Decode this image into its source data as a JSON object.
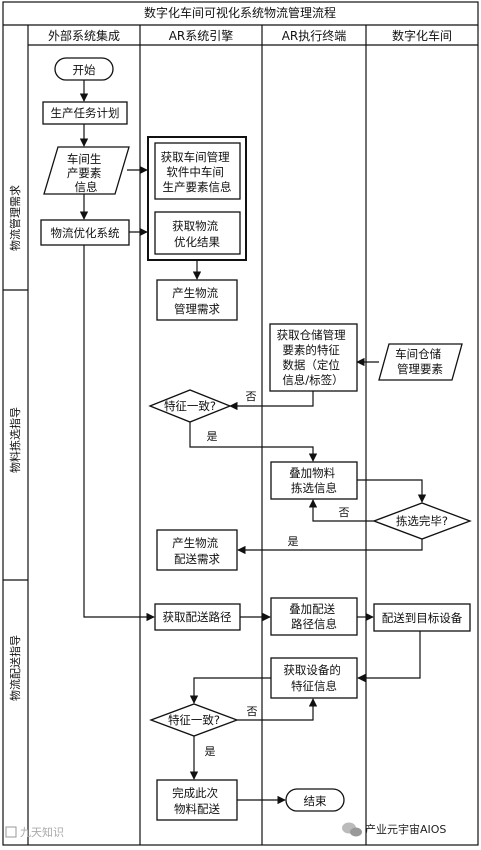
{
  "title": "数字化车间可视化系统物流管理流程",
  "columns": [
    "外部系统集成",
    "AR系统引擎",
    "AR执行终端",
    "数字化车间"
  ],
  "phases": [
    "物流管理需求",
    "物料拣选指导",
    "物流配送指导"
  ],
  "nodes": {
    "start": "开始",
    "plan": "生产任务计划",
    "elements": [
      "车间生",
      "产要素",
      "信息"
    ],
    "opt_system": "物流优化系统",
    "get_mgmt": [
      "获取车间管理",
      "软件中车间",
      "生产要素信息"
    ],
    "get_opt": [
      "获取物流",
      "优化结果"
    ],
    "gen_need": [
      "产生物流",
      "管理需求"
    ],
    "get_feat": [
      "获取仓储管理",
      "要素的特征",
      "数据（定位",
      "信息/标签）"
    ],
    "storage": [
      "车间仓储",
      "管理要素"
    ],
    "match1": "特征一致?",
    "overlay_pick": [
      "叠加物料",
      "拣选信息"
    ],
    "pick_done": "拣选完毕?",
    "gen_dist": [
      "产生物流",
      "配送需求"
    ],
    "get_route": "获取配送路径",
    "overlay_route": [
      "叠加配送",
      "路径信息"
    ],
    "deliver": "配送到目标设备",
    "get_device": [
      "获取设备的",
      "特征信息"
    ],
    "match2": "特征一致?",
    "finish": [
      "完成此次",
      "物料配送"
    ],
    "end": "结束"
  },
  "edge_labels": {
    "no": "否",
    "yes": "是"
  },
  "watermark_left": "九天知识",
  "watermark_right": "产业元宇宙AIOS",
  "wechat_icon": "wechat-icon"
}
